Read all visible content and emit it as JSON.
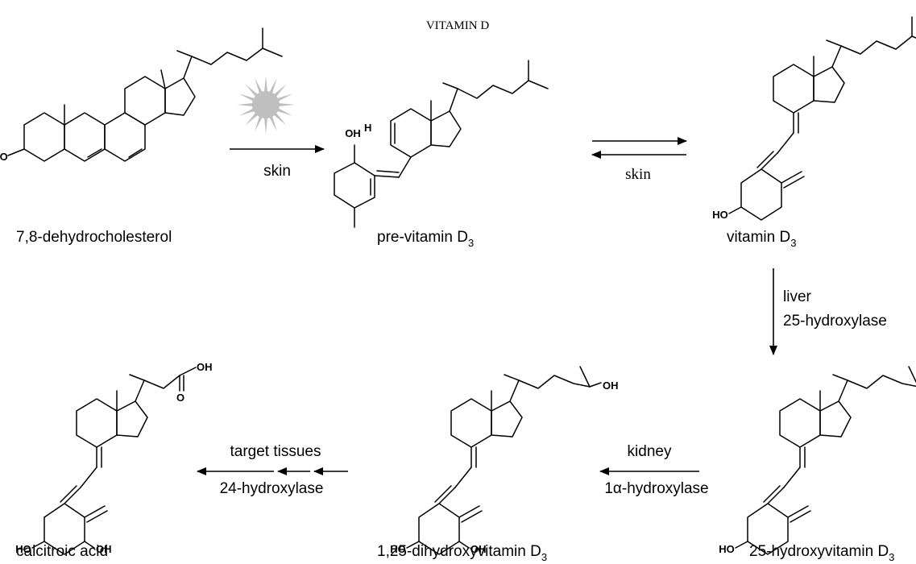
{
  "title": "VITAMIN D",
  "compounds": {
    "dehydrocholesterol": "7,8-dehydrocholesterol",
    "previtamin": {
      "base": "pre-vitamin D",
      "sub": "3"
    },
    "vitamin": {
      "base": "vitamin D",
      "sub": "3"
    },
    "hydroxy25": {
      "base": "25-hydroxyvitamin D",
      "sub": "3"
    },
    "dihydroxy": {
      "base": "1,25-dihydroxyvitamin D",
      "sub": "3"
    },
    "calcitroic": "calcitroic acid"
  },
  "arrows": {
    "skin1": "skin",
    "skin2": "skin",
    "liver": "liver",
    "hydroxylase25": "25-hydroxylase",
    "kidney": "kidney",
    "hydroxylase1a": "1α-hydroxylase",
    "target": "target tissues",
    "hydroxylase24": "24-hydroxylase"
  },
  "atoms": {
    "hydroxyl": "HO",
    "oh": "OH",
    "h": "H",
    "oxygen": "O"
  },
  "icons": {
    "sun": "sun-icon"
  },
  "colors": {
    "sun": "#bfbfbf"
  }
}
